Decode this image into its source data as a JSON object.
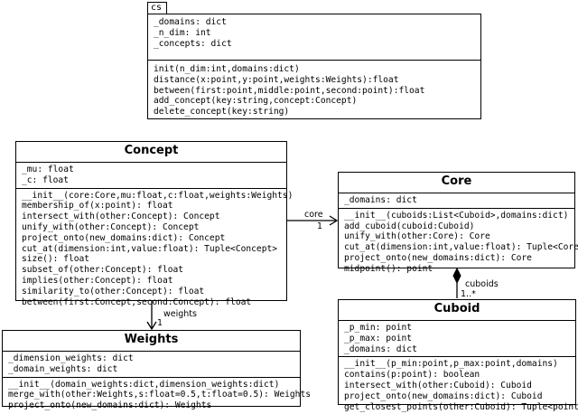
{
  "classes": {
    "cs": {
      "name": "cs",
      "attributes": [
        "_domains: dict",
        "_n_dim: int",
        "_concepts: dict"
      ],
      "methods": [
        "init(n_dim:int,domains:dict)",
        "distance(x:point,y:point,weights:Weights):float",
        "between(first:point,middle:point,second:point):float",
        "add_concept(key:string,concept:Concept)",
        "delete_concept(key:string)"
      ]
    },
    "concept": {
      "name": "Concept",
      "attributes": [
        "_mu: float",
        "_c: float"
      ],
      "methods": [
        "__init__(core:Core,mu:float,c:float,weights:Weights)",
        "membership_of(x:point): float",
        "intersect_with(other:Concept): Concept",
        "unify_with(other:Concept): Concept",
        "project_onto(new_domains:dict): Concept",
        "cut_at(dimension:int,value:float): Tuple<Concept>",
        "size(): float",
        "subset_of(other:Concept): float",
        "implies(other:Concept): float",
        "similarity_to(other:Concept): float",
        "between(first:Concept,second:Concept): float"
      ]
    },
    "core": {
      "name": "Core",
      "attributes": [
        "_domains: dict"
      ],
      "methods": [
        "__init__(cuboids:List<Cuboid>,domains:dict)",
        "add_cuboid(cuboid:Cuboid)",
        "unify_with(other:Core): Core",
        "cut_at(dimension:int,value:float): Tuple<Core>",
        "project_onto(new_domains:dict): Core",
        "midpoint(): point"
      ]
    },
    "weights": {
      "name": "Weights",
      "attributes": [
        "_dimension_weights: dict",
        "_domain_weights: dict"
      ],
      "methods": [
        "__init__(domain_weights:dict,dimension_weights:dict)",
        "merge_with(other:Weights,s:float=0.5,t:float=0.5): Weights",
        "project_onto(new_domains:dict): Weights"
      ]
    },
    "cuboid": {
      "name": "Cuboid",
      "attributes": [
        "_p_min: point",
        "_p_max: point",
        "_domains: dict"
      ],
      "methods": [
        "__init__(p_min:point,p_max:point,domains)",
        "contains(p:point): boolean",
        "intersect_with(other:Cuboid): Cuboid",
        "project_onto(new_domains:dict): Cuboid",
        "get_closest_points(other:Cuboid): Tuple<point>"
      ]
    }
  },
  "associations": {
    "concept_core": {
      "role": "core",
      "multiplicity": "1"
    },
    "concept_weights": {
      "role": "weights",
      "multiplicity": "1"
    },
    "core_cuboid": {
      "role": "cuboids",
      "multiplicity": "1..*"
    }
  }
}
